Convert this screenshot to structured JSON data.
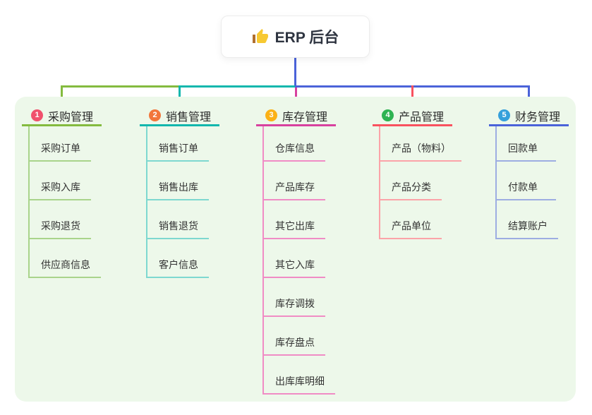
{
  "root": {
    "label": "ERP 后台",
    "icon": "thumbs-up-icon"
  },
  "branches": [
    {
      "index": "1",
      "title": "采购管理",
      "badge_color": "#f0516d",
      "line_color": "#84bb3f",
      "child_line_color": "#a9d48b",
      "children": [
        "采购订单",
        "采购入库",
        "采购退货",
        "供应商信息"
      ]
    },
    {
      "index": "2",
      "title": "销售管理",
      "badge_color": "#f2763b",
      "line_color": "#12b7ad",
      "child_line_color": "#7ed8d0",
      "children": [
        "销售订单",
        "销售出库",
        "销售退货",
        "客户信息"
      ]
    },
    {
      "index": "3",
      "title": "库存管理",
      "badge_color": "#fbb116",
      "line_color": "#d8419f",
      "child_line_color": "#f08cc5",
      "children": [
        "仓库信息",
        "产品库存",
        "其它出库",
        "其它入库",
        "库存调拨",
        "库存盘点",
        "出库库明细"
      ]
    },
    {
      "index": "4",
      "title": "产品管理",
      "badge_color": "#2eb352",
      "line_color": "#f9525f",
      "child_line_color": "#fba3a8",
      "children": [
        "产品（物料）",
        "产品分类",
        "产品单位"
      ]
    },
    {
      "index": "5",
      "title": "财务管理",
      "badge_color": "#35a0db",
      "line_color": "#4b63d9",
      "child_line_color": "#9dade2",
      "children": [
        "回款单",
        "付款单",
        "结算账户"
      ]
    }
  ],
  "colors": {
    "root_connector": "#4b63d9",
    "panel_bg": "#edf8ea",
    "canvas_bg": "#ffffff"
  }
}
